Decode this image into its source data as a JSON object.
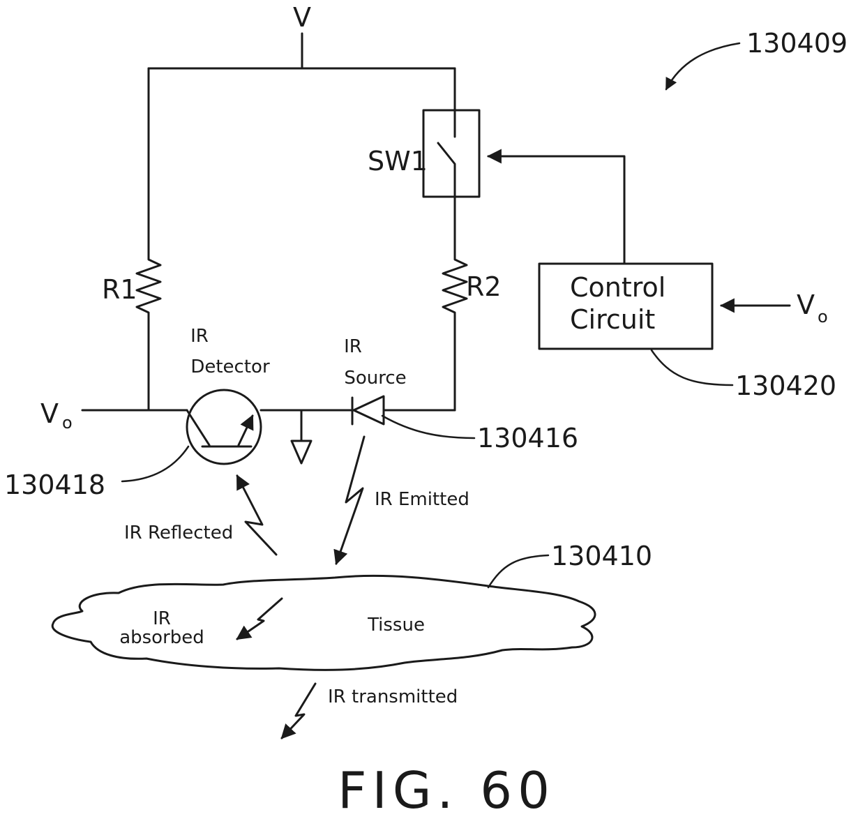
{
  "labels": {
    "supply": "V",
    "ref_system": "130409",
    "switch": "SW1",
    "r1": "R1",
    "r2": "R2",
    "control_line1": "Control",
    "control_line2": "Circuit",
    "vo_right_main": "V",
    "vo_right_sub": "o",
    "ref_control": "130420",
    "ir_detector_line1": "IR",
    "ir_detector_line2": "Detector",
    "ir_source_line1": "IR",
    "ir_source_line2": "Source",
    "vo_left_main": "V",
    "vo_left_sub": "o",
    "ref_source": "130416",
    "ref_detector": "130418",
    "ir_emitted": "IR Emitted",
    "ir_reflected": "IR Reflected",
    "ref_tissue": "130410",
    "ir_absorbed_line1": "IR",
    "ir_absorbed_line2": "absorbed",
    "tissue": "Tissue",
    "ir_transmitted": "IR transmitted",
    "figure": "FIG. 60"
  }
}
